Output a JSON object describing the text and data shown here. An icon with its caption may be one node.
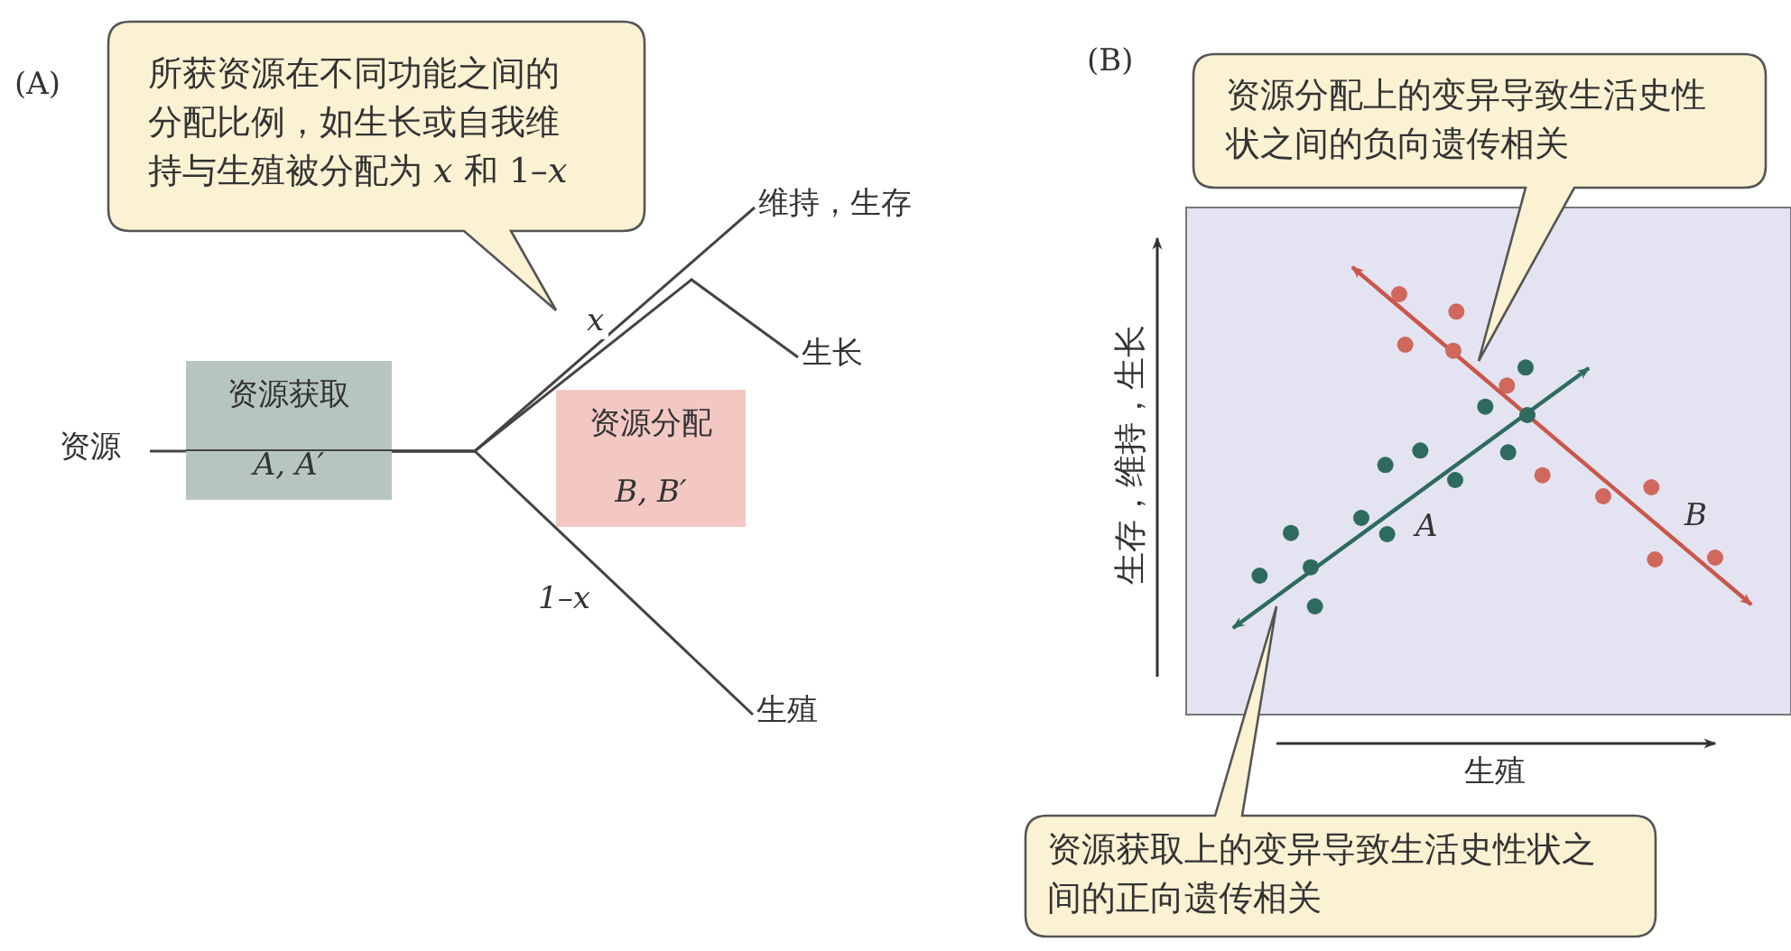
{
  "diagram": {
    "nodes": [
      {
        "text": [
          "所获资源在不同功能之间的分配比例，如生长或自我维持与生殖被分配为 *x* 和 1–*x*"
        ]
      },
      {
        "text": [
          "资源"
        ]
      },
      {
        "text": [
          "资源获取",
          "A, A′"
        ]
      },
      {
        "text": [
          "资源分配",
          "B, B′"
        ]
      },
      {
        "text": [
          "维持，生存"
        ]
      },
      {
        "text": [
          "生长"
        ]
      },
      {
        "text": [
          "生殖"
        ]
      },
      {
        "text": [
          "资源分配上的变异导致生活史性状之间的负向遗传相关"
        ]
      },
      {
        "text": [
          "资源获取上的变异导致生活史性状之间的正向遗传相关"
        ]
      }
    ],
    "edges": [
      {
        "from": 1,
        "to": 2,
        "arrow": "none"
      },
      {
        "from": 2,
        "to": 4,
        "arrow": "none",
        "label": "x"
      },
      {
        "from": 2,
        "to": 6,
        "arrow": "none",
        "label": "1–x"
      },
      {
        "from": 2,
        "to": 5,
        "arrow": "none"
      }
    ],
    "labels": [
      "(A)",
      "(B)",
      "A",
      "B",
      "生存，维持，生长",
      "生殖"
    ]
  }
}
